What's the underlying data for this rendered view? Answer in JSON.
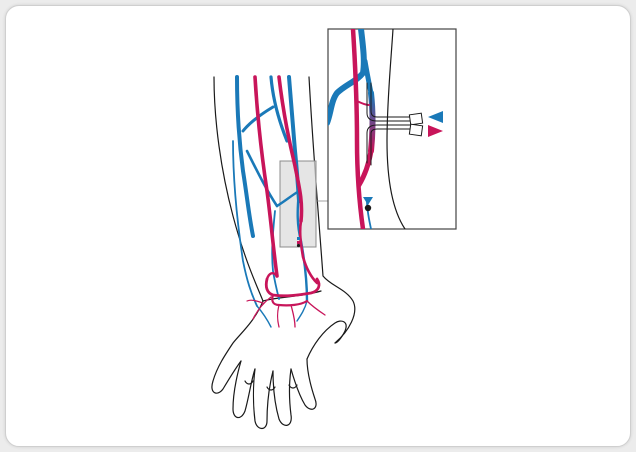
{
  "title": "",
  "colors": {
    "vein": "#1a79b8",
    "artery": "#c8155a",
    "outline": "#1a1a1a",
    "highlight_fill": "#dcdcdc",
    "highlight_stroke": "#8c8c8c",
    "inset_border": "#444444",
    "card_background": "#ffffff"
  },
  "illustration": {
    "subject": "forearm-and-hand",
    "vessels": [
      "vein",
      "artery"
    ],
    "inset": "arteriovenous-fistula-needle-detail",
    "markers": [
      "blue-arrow-left",
      "red-arrow-right",
      "blue-arrow-down",
      "black-dot"
    ]
  }
}
